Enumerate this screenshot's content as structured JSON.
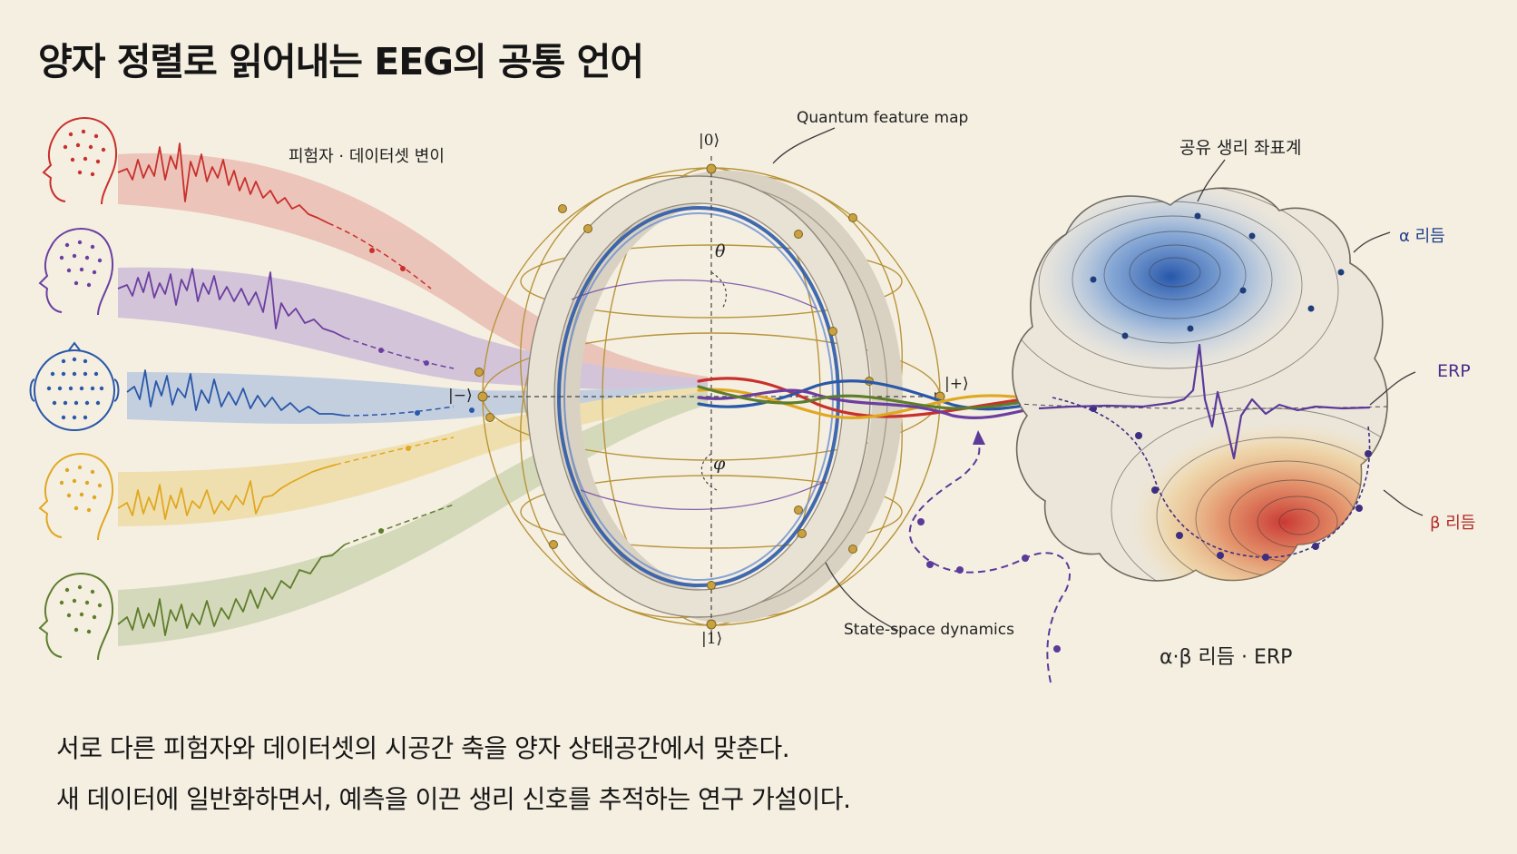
{
  "title": "양자 정렬로 읽어내는 EEG의 공통 언어",
  "labels": {
    "variation": "피험자 · 데이터셋 변이",
    "feature_map": "Quantum feature map",
    "ket0": "|0⟩",
    "ket1": "|1⟩",
    "ket_minus": "|−⟩",
    "ket_plus": "|+⟩",
    "theta": "θ",
    "phi": "φ",
    "state_space": "State-space dynamics",
    "shared_coords": "공유 생리 좌표계",
    "alpha_rhythm": "α 리듬",
    "erp": "ERP",
    "beta_rhythm": "β 리듬",
    "bottom_label": "α·β 리듬 · ERP"
  },
  "subjects": [
    {
      "color": "#c8302c"
    },
    {
      "color": "#6b3fa0"
    },
    {
      "color": "#2a57a8"
    },
    {
      "color": "#e0a821"
    },
    {
      "color": "#5e7d2c"
    }
  ],
  "caption": {
    "line1": "서로 다른 피험자와 데이터셋의 시공간 축을 양자 상태공간에서 맞춘다.",
    "line2": "새 데이터에 일반화하면서, 예측을 이끈 생리 신호를 추적하는 연구 가설이다."
  }
}
